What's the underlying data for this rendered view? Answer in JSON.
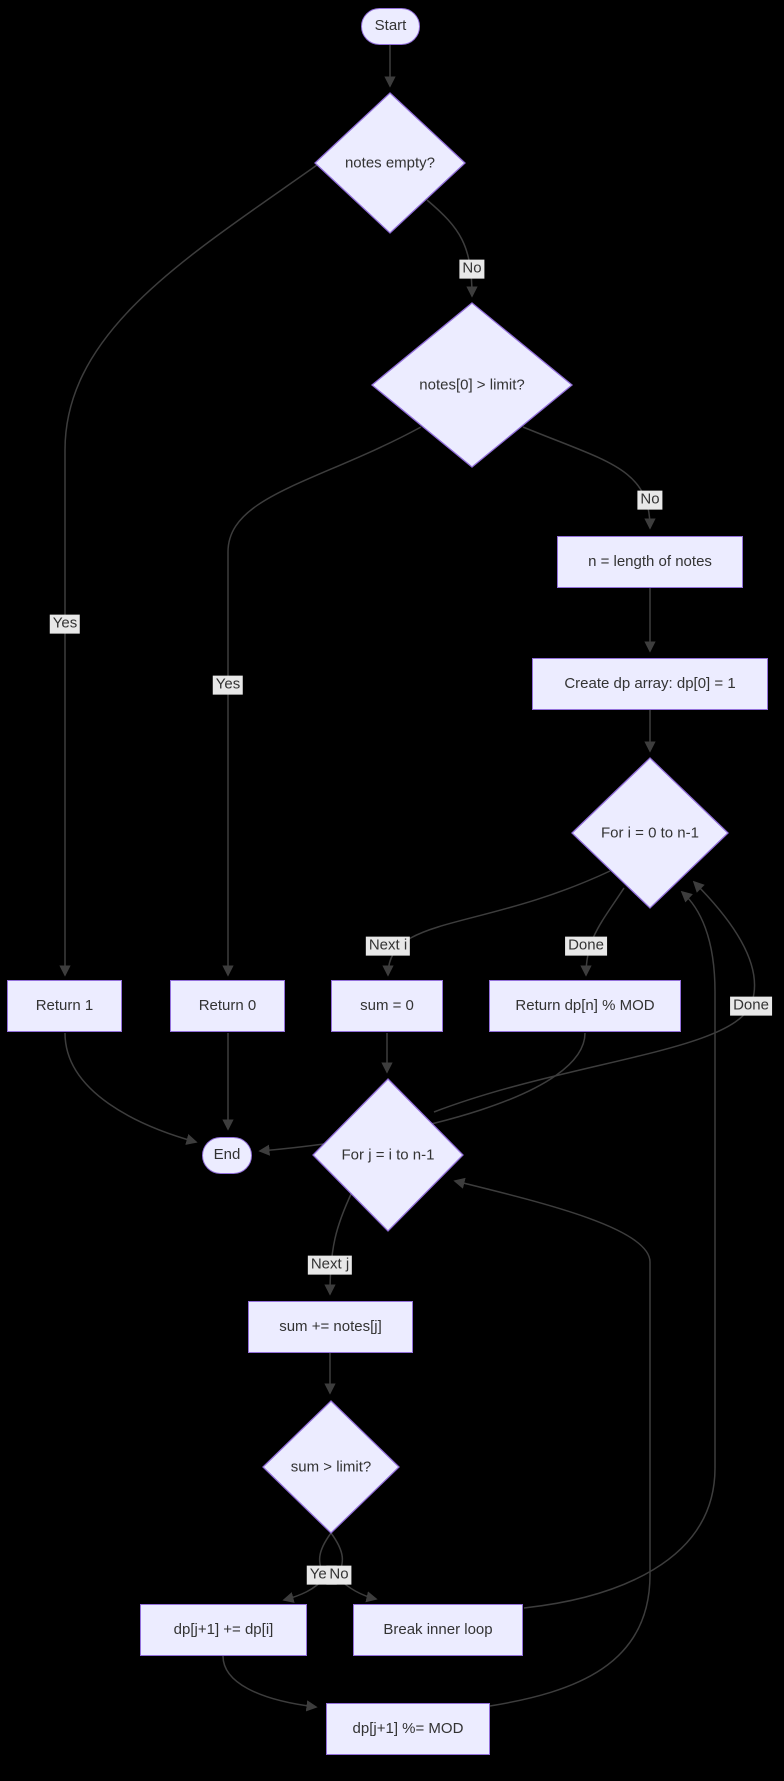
{
  "diagram": {
    "type": "flowchart",
    "nodes": {
      "start": "Start",
      "notes_empty": "notes empty?",
      "notes_limit": "notes[0] > limit?",
      "n_length": "n = length of notes",
      "create_dp": "Create dp array: dp[0] = 1",
      "for_i": "For i = 0 to n-1",
      "return_1": "Return 1",
      "return_0": "Return 0",
      "sum_0": "sum = 0",
      "return_mod": "Return dp[n] % MOD",
      "end": "End",
      "for_j": "For j = i to n-1",
      "sum_notes": "sum += notes[j]",
      "sum_limit": "sum > limit?",
      "dp_add": "dp[j+1] += dp[i]",
      "break_loop": "Break inner loop",
      "dp_mod": "dp[j+1] %= MOD"
    },
    "edge_labels": {
      "no_1": "No",
      "yes_1": "Yes",
      "no_2": "No",
      "yes_2": "Yes",
      "next_i": "Next i",
      "done_1": "Done",
      "done_2": "Done",
      "next_j": "Next j",
      "yes_3": "Yes",
      "no_3": "No"
    },
    "colors": {
      "background": "#000000",
      "node_fill": "#ececff",
      "node_border": "#9370db",
      "edge": "#3d3d3d",
      "label_bg": "#e8e8e8",
      "text": "#333333"
    }
  }
}
